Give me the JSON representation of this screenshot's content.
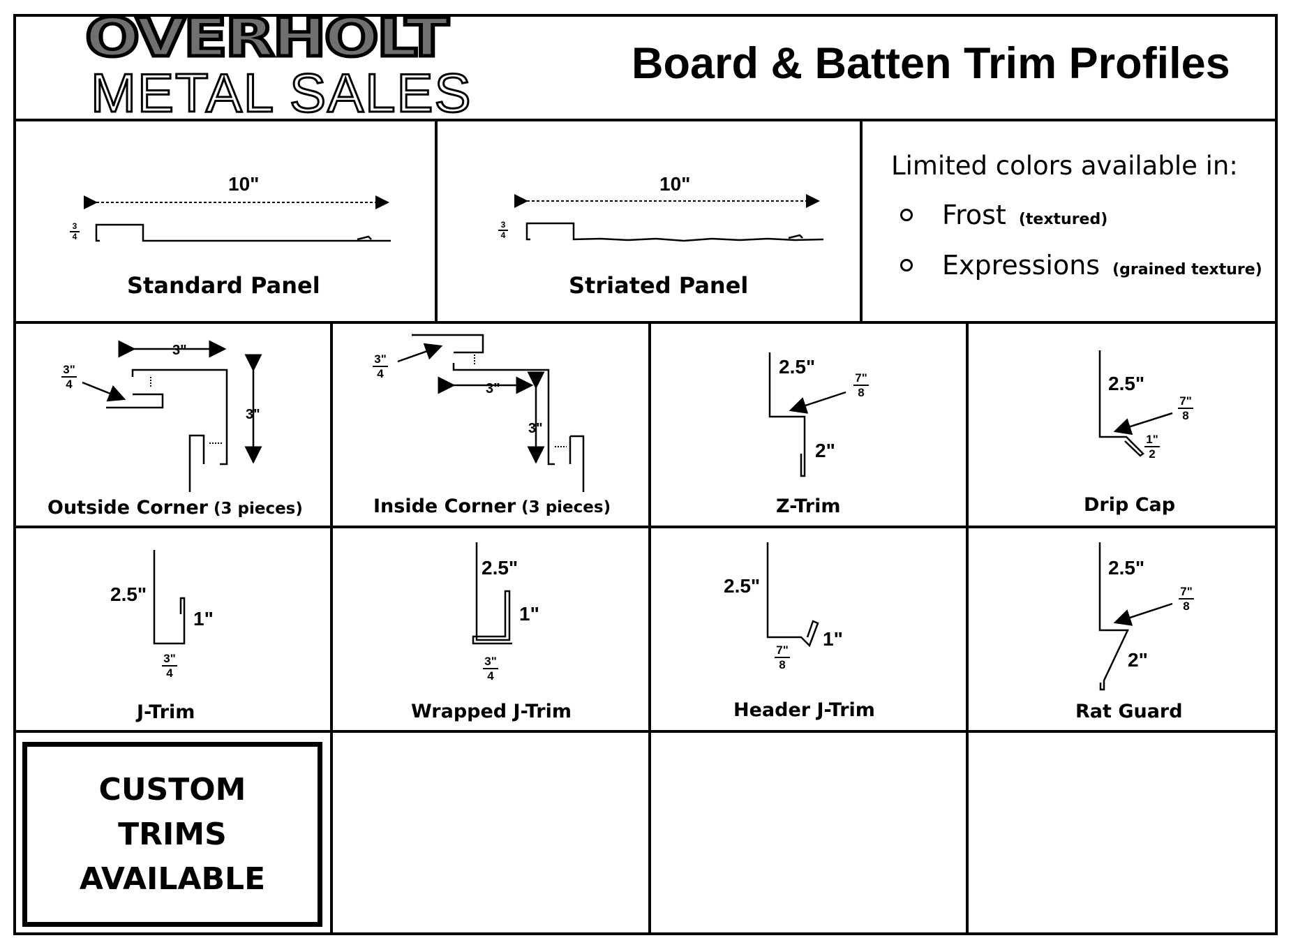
{
  "header": {
    "logo_line1": "OVERHOLT",
    "logo_line2": "METAL SALES",
    "title": "Board & Batten Trim Profiles"
  },
  "panels": {
    "standard": {
      "label": "Standard Panel",
      "width": "10\"",
      "height_num": "3",
      "height_den": "4"
    },
    "striated": {
      "label": "Striated Panel",
      "width": "10\"",
      "height_num": "3",
      "height_den": "4"
    }
  },
  "colors": {
    "title": "Limited colors available in:",
    "items": [
      {
        "name": "Frost",
        "note": "(textured)"
      },
      {
        "name": "Expressions",
        "note": "(grained texture)"
      }
    ]
  },
  "trims": {
    "outside_corner": {
      "label": "Outside Corner",
      "note": "(3 pieces)",
      "w": "3\"",
      "h": "3\"",
      "num": "3\"",
      "den": "4"
    },
    "inside_corner": {
      "label": "Inside Corner",
      "note": "(3 pieces)",
      "w": "3\"",
      "h": "3\"",
      "num": "3\"",
      "den": "4"
    },
    "z_trim": {
      "label": "Z-Trim",
      "a": "2.5\"",
      "b": "2\"",
      "num": "7\"",
      "den": "8"
    },
    "drip_cap": {
      "label": "Drip Cap",
      "a": "2.5\"",
      "num": "7\"",
      "den": "8",
      "num2": "1\"",
      "den2": "2"
    },
    "j_trim": {
      "label": "J-Trim",
      "a": "2.5\"",
      "b": "1\"",
      "num": "3\"",
      "den": "4"
    },
    "wrapped_j_trim": {
      "label": "Wrapped J-Trim",
      "a": "2.5\"",
      "b": "1\"",
      "num": "3\"",
      "den": "4"
    },
    "header_j_trim": {
      "label": "Header J-Trim",
      "a": "2.5\"",
      "b": "1\"",
      "num": "7\"",
      "den": "8"
    },
    "rat_guard": {
      "label": "Rat Guard",
      "a": "2.5\"",
      "b": "2\"",
      "num": "7\"",
      "den": "8"
    }
  },
  "custom": {
    "line1": "CUSTOM",
    "line2": "TRIMS",
    "line3": "AVAILABLE"
  }
}
